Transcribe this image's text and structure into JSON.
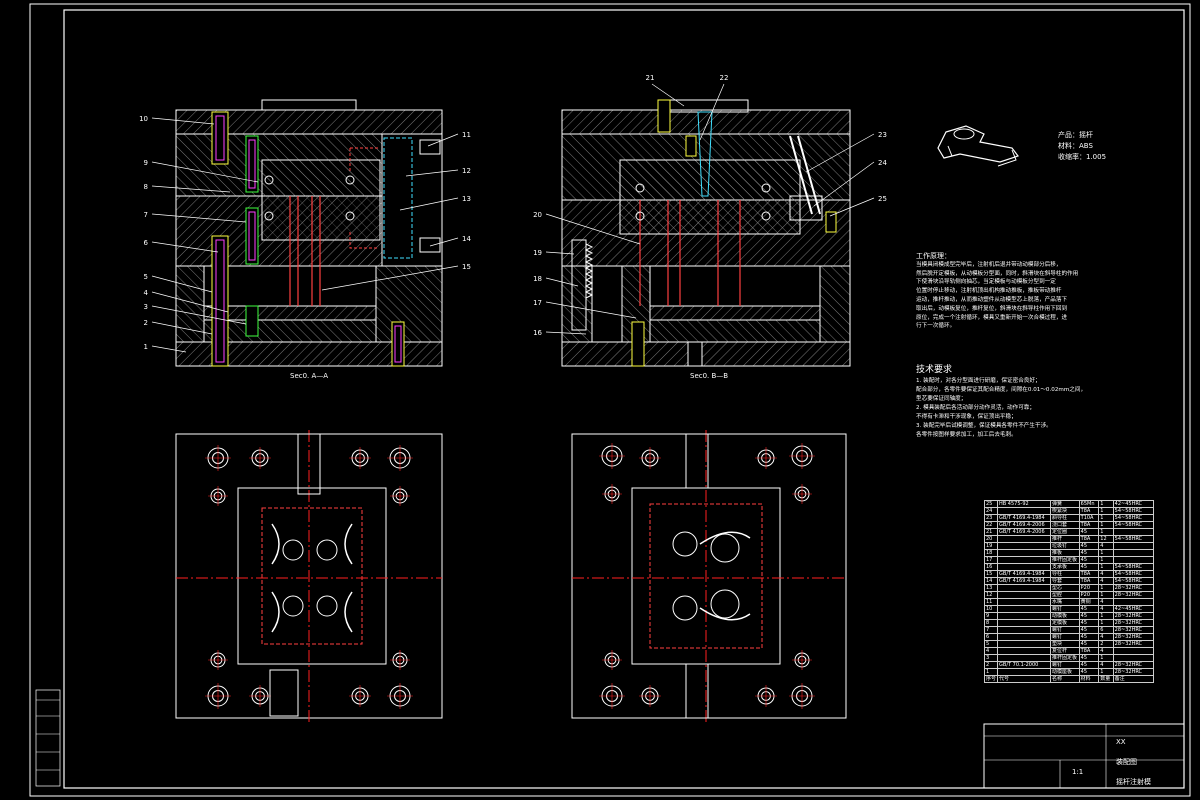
{
  "parts": {
    "product_label": "产品：",
    "product": "摇杆",
    "material_label": "材料：",
    "material": "ABS",
    "shrink_label": "收缩率：",
    "shrink": "1.005"
  },
  "section_titles": [
    "Sec0. A—A",
    "Sec0. B—B"
  ],
  "callouts_left": [
    "10",
    "9",
    "8",
    "7",
    "6",
    "5",
    "4",
    "3",
    "2",
    "1"
  ],
  "callouts_right_a": [
    "11",
    "12",
    "13",
    "14",
    "15"
  ],
  "callouts_b_top": [
    "21",
    "22"
  ],
  "callouts_b_right": [
    "23",
    "24",
    "25"
  ],
  "callouts_b_left": [
    "20",
    "19",
    "18",
    "17",
    "16"
  ],
  "work_principle": {
    "heading": "工作原理：",
    "lines": [
      "当模具闭模成型完毕后，注射机后退并带动动模部分后移，",
      "然后脱开定模板，从动模板分型面，同时，斜滑块在斜导柱的作用",
      "下使滑块沿导轨侧向抽芯，当定模板与动模板分型到一定",
      "位置时停止移动，注射机顶出机构推动推板，推板带动推杆",
      "运动，推杆推动，从而推动塑件从动模型芯上脱落，产品落下",
      "取出后，动模板复位，推杆复位，斜滑块在斜导柱作用下回到",
      "原位，完成一个注射循环，模具又重新开始一次合模过程，进",
      "行下一次循环。"
    ]
  },
  "tech_requirements": {
    "heading": "技术要求",
    "lines": [
      "1. 装配时，对各分型面进行研磨，保证密合良好；",
      "配合部分，各零件要保证其配合精度，间隙在0.01～0.02mm之间，",
      "型芯要保证同轴度；",
      "2. 模具装配后各活动部分动作灵活，动作可靠；",
      "不得有卡滞和干涉现象，保证顶出平稳；",
      "3. 装配完毕后试模调整，保证模具各零件不产生干涉。",
      "各零件按图样要求加工，加工后去毛刺。"
    ]
  },
  "bom_rows": [
    [
      "25",
      "HB 4575-92",
      "弹簧",
      "65Mn",
      "1",
      "42~45HRC"
    ],
    [
      "24",
      "",
      "楔紧块",
      "T8A",
      "1",
      "54~58HRC"
    ],
    [
      "23",
      "GB/T 4169.4-1984",
      "斜导柱",
      "T10A",
      "1",
      "54~58HRC"
    ],
    [
      "22",
      "GB/T 4169.4-2006",
      "浇口套",
      "T8A",
      "1",
      "54~58HRC"
    ],
    [
      "21",
      "GB/T 4169.4-2006",
      "定位圈",
      "45",
      "1",
      ""
    ],
    [
      "20",
      "",
      "推杆",
      "T8A",
      "12",
      "54~58HRC"
    ],
    [
      "19",
      "",
      "垃圾钉",
      "45",
      "4",
      ""
    ],
    [
      "18",
      "",
      "推板",
      "45",
      "1",
      ""
    ],
    [
      "17",
      "",
      "推杆固定板",
      "45",
      "1",
      ""
    ],
    [
      "16",
      "",
      "支承板",
      "45",
      "1",
      "54~58HRC"
    ],
    [
      "15",
      "GB/T 4169.4-1984",
      "导柱",
      "T8A",
      "4",
      "54~58HRC"
    ],
    [
      "14",
      "GB/T 4169.4-1984",
      "导套",
      "T8A",
      "4",
      "54~58HRC"
    ],
    [
      "13",
      "",
      "型芯",
      "P20",
      "1",
      "28~32HRC"
    ],
    [
      "12",
      "",
      "型腔",
      "P20",
      "1",
      "28~32HRC"
    ],
    [
      "11",
      "",
      "水嘴",
      "黄铜",
      "4",
      ""
    ],
    [
      "10",
      "",
      "螺钉",
      "45",
      "4",
      "42~45HRC"
    ],
    [
      "9",
      "",
      "动模板",
      "45",
      "1",
      "28~32HRC"
    ],
    [
      "8",
      "",
      "定模板",
      "45",
      "1",
      "28~32HRC"
    ],
    [
      "7",
      "",
      "螺钉",
      "45",
      "6",
      "28~32HRC"
    ],
    [
      "6",
      "",
      "螺钉",
      "45",
      "4",
      "28~32HRC"
    ],
    [
      "5",
      "",
      "垫块",
      "45",
      "2",
      "28~32HRC"
    ],
    [
      "4",
      "",
      "复位杆",
      "T8A",
      "4",
      ""
    ],
    [
      "3",
      "",
      "推杆固定板",
      "45",
      "1",
      ""
    ],
    [
      "2",
      "GB/T 70.1-2000",
      "螺钉",
      "45",
      "4",
      "28~32HRC"
    ],
    [
      "1",
      "",
      "动模座板",
      "45",
      "1",
      "28~32HRC"
    ]
  ],
  "bom_header": [
    "序号",
    "代号",
    "名称",
    "材料",
    "数量",
    "备注"
  ],
  "title_block": {
    "scale": "1:1",
    "drawing_name": "摇杆注射模",
    "school": "XX",
    "designer": "装配图"
  },
  "left_strip": [
    "",
    "",
    "",
    "",
    ""
  ],
  "colors": {
    "background": "#000000",
    "line": "#ffffff",
    "center": "#ff2020",
    "hidden": "#ff3030",
    "bolt": "#ff40ff",
    "pin": "#40ff40",
    "water": "#ffff40",
    "cyan": "#40e0ff"
  }
}
